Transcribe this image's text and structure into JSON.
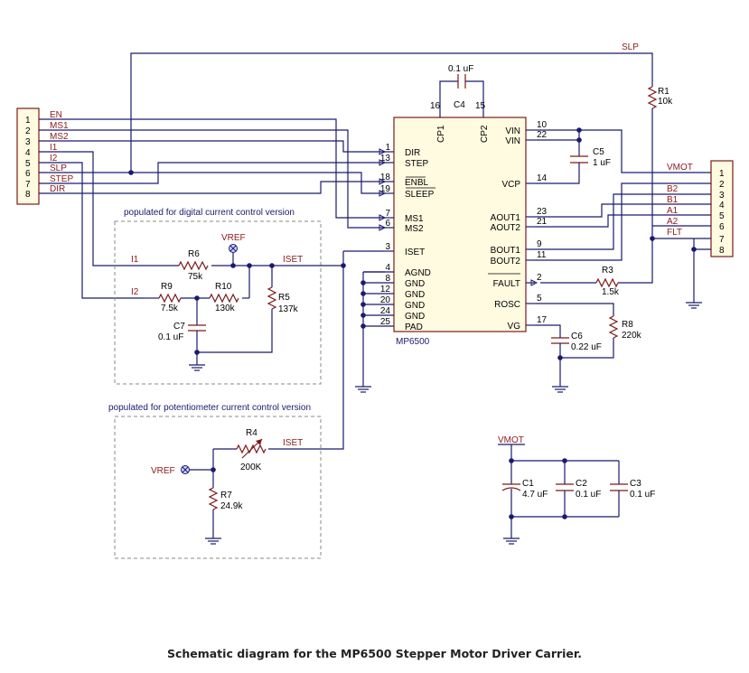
{
  "caption": "Schematic diagram for the MP6500 Stepper Motor Driver Carrier.",
  "ic": {
    "name": "MP6500",
    "left_pins": [
      {
        "num": "1",
        "label": "DIR"
      },
      {
        "num": "13",
        "label": "STEP"
      },
      {
        "num": "18",
        "label": "ENBL"
      },
      {
        "num": "19",
        "label": "SLEEP"
      },
      {
        "num": "7",
        "label": "MS1"
      },
      {
        "num": "6",
        "label": "MS2"
      },
      {
        "num": "3",
        "label": "ISET"
      },
      {
        "num": "4",
        "label": "AGND"
      },
      {
        "num": "8",
        "label": "GND"
      },
      {
        "num": "12",
        "label": "GND"
      },
      {
        "num": "20",
        "label": "GND"
      },
      {
        "num": "24",
        "label": "GND"
      },
      {
        "num": "25",
        "label": "PAD"
      }
    ],
    "right_pins": [
      {
        "num": "10",
        "label": "VIN"
      },
      {
        "num": "22",
        "label": "VIN"
      },
      {
        "num": "14",
        "label": "VCP"
      },
      {
        "num": "23",
        "label": "AOUT1"
      },
      {
        "num": "21",
        "label": "AOUT2"
      },
      {
        "num": "9",
        "label": "BOUT1"
      },
      {
        "num": "11",
        "label": "BOUT2"
      },
      {
        "num": "2",
        "label": "FAULT"
      },
      {
        "num": "5",
        "label": "ROSC"
      },
      {
        "num": "17",
        "label": "VG"
      }
    ],
    "top_pins": [
      {
        "num": "16",
        "label": "CP1"
      },
      {
        "num": "15",
        "label": "CP2"
      }
    ]
  },
  "left_header": {
    "numbers": [
      "1",
      "2",
      "3",
      "4",
      "5",
      "6",
      "7",
      "8"
    ],
    "signals": [
      "EN",
      "MS1",
      "MS2",
      "I1",
      "I2",
      "SLP",
      "STEP",
      "DIR"
    ]
  },
  "right_header": {
    "numbers": [
      "1",
      "2",
      "3",
      "4",
      "5",
      "6",
      "7",
      "8"
    ],
    "signals": [
      "VMOT",
      "B2",
      "B1",
      "A1",
      "A2",
      "FLT"
    ]
  },
  "nets": {
    "slp": "SLP",
    "iset": "ISET",
    "i1": "I1",
    "i2": "I2",
    "vref": "VREF",
    "vmot": "VMOT"
  },
  "components": {
    "c4": {
      "ref": "C4",
      "value": "0.1 uF"
    },
    "r1": {
      "ref": "R1",
      "value": "10k"
    },
    "c5": {
      "ref": "C5",
      "value": "1 uF"
    },
    "r3": {
      "ref": "R3",
      "value": "1.5k"
    },
    "r8": {
      "ref": "R8",
      "value": "220k"
    },
    "c6": {
      "ref": "C6",
      "value": "0.22 uF"
    },
    "r6": {
      "ref": "R6",
      "value": "75k"
    },
    "r9": {
      "ref": "R9",
      "value": "7.5k"
    },
    "r10": {
      "ref": "R10",
      "value": "130k"
    },
    "r5": {
      "ref": "R5",
      "value": "137k"
    },
    "c7": {
      "ref": "C7",
      "value": "0.1 uF"
    },
    "r4": {
      "ref": "R4",
      "value": "200K"
    },
    "r7": {
      "ref": "R7",
      "value": "24.9k"
    },
    "c1": {
      "ref": "C1",
      "value": "4.7 uF"
    },
    "c2": {
      "ref": "C2",
      "value": "0.1 uF"
    },
    "c3": {
      "ref": "C3",
      "value": "0.1 uF"
    }
  },
  "sections": {
    "digital": "populated for digital current control version",
    "pot": "populated for potentiometer current control version"
  }
}
